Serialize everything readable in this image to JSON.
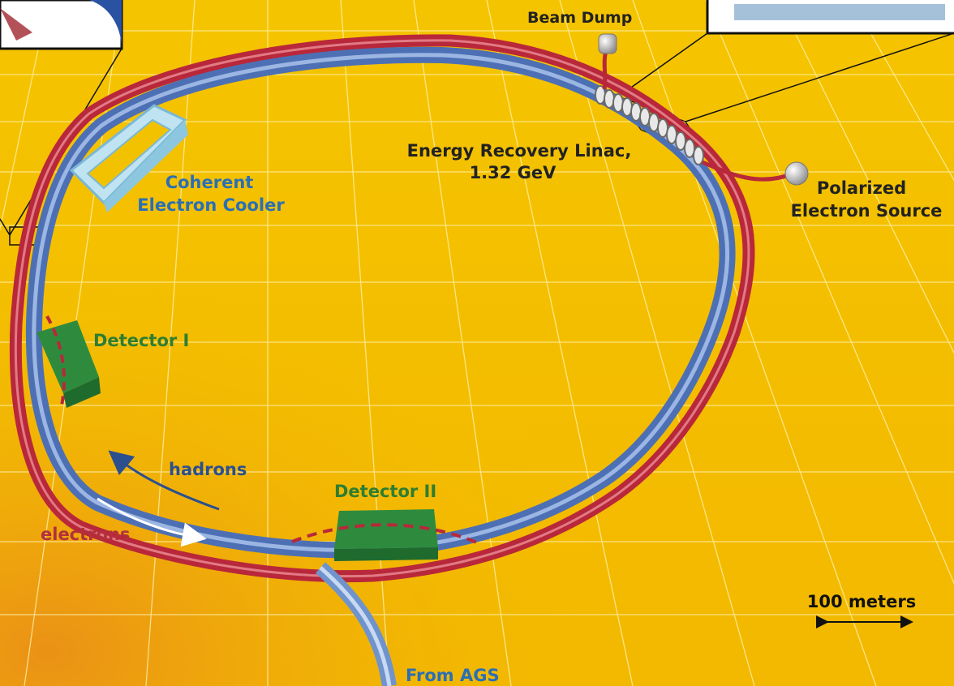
{
  "labels": {
    "beam_dump": "Beam Dump",
    "erl_line1": "Energy Recovery Linac,",
    "erl_line2": "1.32 GeV",
    "cooler_line1": "Coherent",
    "cooler_line2": "Electron Cooler",
    "source_line1": "Polarized",
    "source_line2": "Electron Source",
    "detector1": "Detector I",
    "detector2": "Detector II",
    "hadrons": "hadrons",
    "electrons": "electrons",
    "scale": "100 meters",
    "from_ags": "From AGS"
  },
  "colors": {
    "background": "#f2c200",
    "grid": "#fff3b0",
    "hadron_ring": "#5b7fc0",
    "electron_ring": "#c0394b",
    "detector": "#2e8b3e",
    "cooler": "#a9dcee",
    "label_blue": "#2a6fb5",
    "label_green": "#2e7d32",
    "label_dark": "#222222",
    "label_red": "#b2303b",
    "label_navy": "#2b4f8f"
  }
}
